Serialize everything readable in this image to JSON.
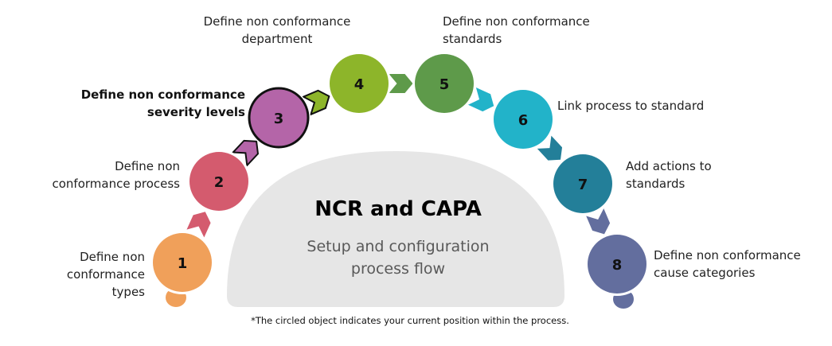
{
  "diagram": {
    "title": "NCR and CAPA",
    "subtitle_lines": [
      "Setup and configuration",
      "process flow"
    ],
    "footnote": "*The circled object indicates your current position within the process.",
    "current_step": 3,
    "background_arch_color": "#e6e6e6",
    "steps": [
      {
        "number": "1",
        "label_lines": [
          "Define non",
          "conformance types"
        ],
        "color": "#f0a05a",
        "current": false
      },
      {
        "number": "2",
        "label_lines": [
          "Define non",
          "conformance process"
        ],
        "color": "#d45b6e",
        "current": false
      },
      {
        "number": "3",
        "label_lines": [
          "Define non conformance",
          "severity levels"
        ],
        "color": "#b465a8",
        "current": true
      },
      {
        "number": "4",
        "label_lines": [
          "Define non conformance",
          "department"
        ],
        "color": "#8db52a",
        "current": false
      },
      {
        "number": "5",
        "label_lines": [
          "Define non conformance",
          "standards"
        ],
        "color": "#5e9a4a",
        "current": false
      },
      {
        "number": "6",
        "label_lines": [
          "Link process to standard"
        ],
        "color": "#22b3c9",
        "current": false
      },
      {
        "number": "7",
        "label_lines": [
          "Add actions to",
          "standards"
        ],
        "color": "#237f99",
        "current": false
      },
      {
        "number": "8",
        "label_lines": [
          "Define non conformance",
          "cause categories"
        ],
        "color": "#636e9e",
        "current": false
      }
    ]
  }
}
